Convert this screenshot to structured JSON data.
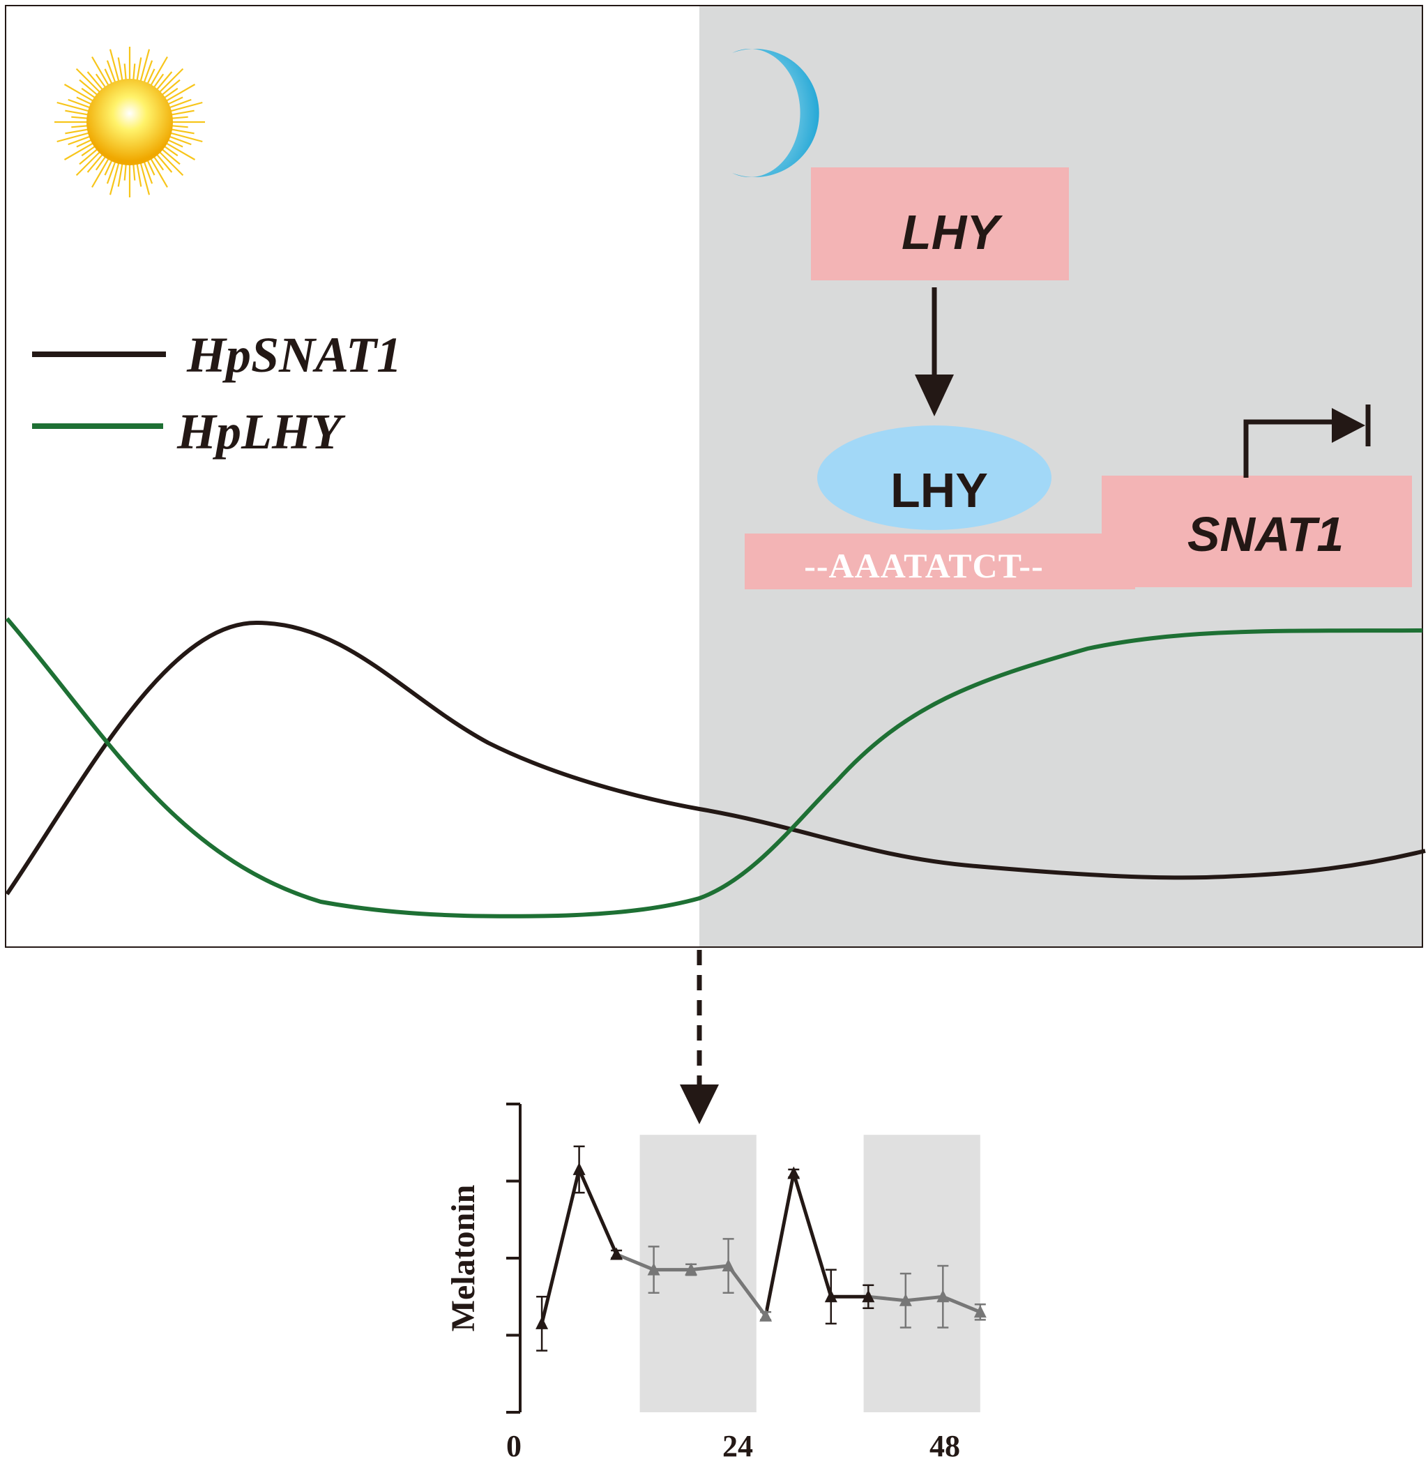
{
  "legend": [
    {
      "label": "HpSNAT1",
      "color": "#231815"
    },
    {
      "label": "HpLHY",
      "color": "#1e7034"
    }
  ],
  "icons": {
    "day": "sun-icon",
    "night": "moon-icon"
  },
  "colors": {
    "night_shade": "#d9dada",
    "gene_box": "#f3b4b5",
    "protein": "#a2d8f7",
    "arrow": "#231815"
  },
  "mechanism": {
    "gene_label": "LHY",
    "protein_label": "LHY",
    "motif": "--AAATATCT--",
    "target_label": "SNAT1"
  },
  "inset": {
    "ylabel": "Melatonin",
    "x_ticks": [
      "0",
      "24",
      "48"
    ]
  },
  "chart_data": [
    {
      "type": "line",
      "series": [
        {
          "name": "HpSNAT1",
          "color": "#231815"
        },
        {
          "name": "HpLHY",
          "color": "#1e7034"
        }
      ],
      "regions": [
        "day",
        "night"
      ]
    },
    {
      "type": "line",
      "xlabel": "",
      "ylabel": "Melatonin",
      "xlim": [
        0,
        48
      ],
      "x_ticks": [
        0,
        24,
        48
      ],
      "ylim": [
        0,
        4
      ],
      "shaded_x_ranges": [
        [
          13.5,
          26
        ],
        [
          37.5,
          50
        ]
      ],
      "x": [
        3,
        7,
        11,
        15,
        19,
        23,
        27,
        30,
        34,
        38,
        42,
        46,
        50
      ],
      "y": [
        1.15,
        3.15,
        2.05,
        1.85,
        1.85,
        1.9,
        1.25,
        3.1,
        1.5,
        1.5,
        1.45,
        1.5,
        1.3
      ],
      "errors": [
        0.35,
        0.3,
        0.05,
        0.3,
        0.07,
        0.35,
        0.05,
        0.05,
        0.35,
        0.15,
        0.35,
        0.4,
        0.1
      ],
      "point_colors": [
        "#231815",
        "#231815",
        "#231815",
        "#777777",
        "#777777",
        "#777777",
        "#777777",
        "#231815",
        "#231815",
        "#231815",
        "#777777",
        "#777777",
        "#777777"
      ]
    }
  ]
}
